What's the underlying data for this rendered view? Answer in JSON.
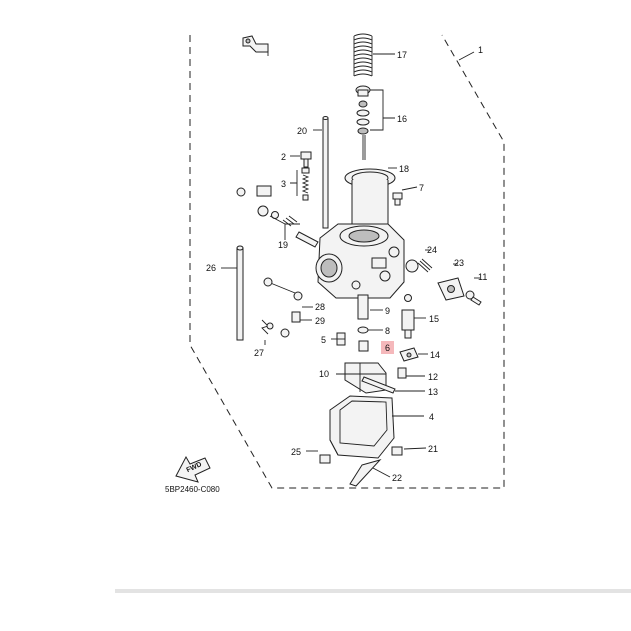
{
  "diagram": {
    "code": "5BP2460-C080",
    "fwd_label": "FWD",
    "highlighted_part": "6",
    "highlight_color": "#f2a6aa",
    "callouts": {
      "c1": "1",
      "c2": "2",
      "c3": "3",
      "c4": "4",
      "c5": "5",
      "c6": "6",
      "c7": "7",
      "c8": "8",
      "c9": "9",
      "c10": "10",
      "c11": "11",
      "c12": "12",
      "c13": "13",
      "c14": "14",
      "c15": "15",
      "c16": "16",
      "c17": "17",
      "c18": "18",
      "c19": "19",
      "c20": "20",
      "c21": "21",
      "c22": "22",
      "c23": "23",
      "c24": "24",
      "c25": "25",
      "c26": "26",
      "c27": "27",
      "c28": "28",
      "c29": "29"
    }
  }
}
